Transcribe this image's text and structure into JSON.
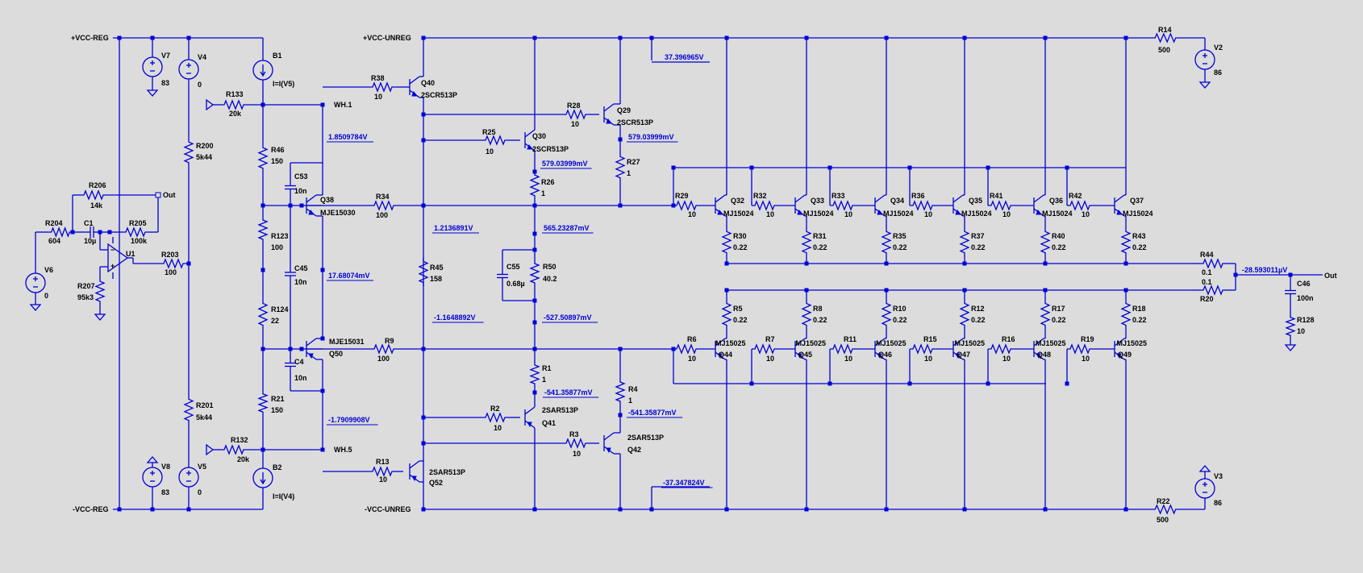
{
  "nets": {
    "vcc_reg": "+VCC-REG",
    "vee_reg": "-VCC-REG",
    "vcc_unreg": "+VCC-UNREG",
    "vee_unreg": "-VCC-UNREG",
    "out": "Out",
    "out2": "Out",
    "wh1": "WH.1",
    "wh5": "WH.5"
  },
  "voltages": {
    "v1": "37.396965V",
    "v2": "1.8509784V",
    "v3": "579.03999mV",
    "v4": "579.03999mV",
    "v5": "1.2136891V",
    "v6": "565.23287mV",
    "v7": "17.68074mV",
    "v8": "-1.1648892V",
    "v9": "-527.50897mV",
    "v10": "-541.35877mV",
    "v11": "-541.35877mV",
    "v12": "-1.7909908V",
    "v13": "-37.347824V",
    "v14": "-28.593011µV"
  },
  "labels": {
    "V7": "V7",
    "V7v": "83",
    "V4": "V4",
    "V4v": "0",
    "B1": "B1",
    "B1v": "I=I(V5)",
    "V8": "V8",
    "V8v": "83",
    "V5": "V5",
    "V5v": "0",
    "B2": "B2",
    "B2v": "I=I(V4)",
    "V6": "V6",
    "V6v": "0",
    "V2": "V2",
    "V2v": "86",
    "V3": "V3",
    "V3v": "86",
    "U1": "U1",
    "R133": "R133",
    "R133v": "20k",
    "R132": "R132",
    "R132v": "20k",
    "R200": "R200",
    "R200v": "5k44",
    "R201": "R201",
    "R201v": "5k44",
    "R206": "R206",
    "R206v": "14k",
    "R204": "R204",
    "R204v": "604",
    "C1": "C1",
    "C1v": "10µ",
    "R205": "R205",
    "R205v": "100k",
    "R203": "R203",
    "R203v": "100",
    "R207": "R207",
    "R207v": "95k3",
    "R46": "R46",
    "R46v": "150",
    "R123": "R123",
    "R123v": "100",
    "R124": "R124",
    "R124v": "22",
    "R21": "R21",
    "R21v": "150",
    "C53": "C53",
    "C53v": "10n",
    "C45": "C45",
    "C45v": "10n",
    "C4": "C4",
    "C4v": "10n",
    "Q38": "Q38",
    "Q38m": "MJE15030",
    "Q50": "Q50",
    "Q50m": "MJE15031",
    "R38": "R38",
    "R38v": "10",
    "Q40": "Q40",
    "Q40m": "2SCR513P",
    "R34": "R34",
    "R34v": "100",
    "R9": "R9",
    "R9v": "100",
    "R13": "R13",
    "R13v": "10",
    "Q52": "Q52",
    "Q52m": "2SAR513P",
    "R45": "R45",
    "R45v": "158",
    "R25": "R25",
    "R25v": "10",
    "Q30": "Q30",
    "Q30m": "2SCR513P",
    "R26": "R26",
    "R26v": "1",
    "R28": "R28",
    "R28v": "10",
    "Q29": "Q29",
    "Q29m": "2SCR513P",
    "R27": "R27",
    "R27v": "1",
    "C55": "C55",
    "C55v": "0.68µ",
    "R50": "R50",
    "R50v": "40.2",
    "R1": "R1",
    "R1v": "1",
    "R2": "R2",
    "R2v": "10",
    "Q41": "Q41",
    "Q41m": "2SAR513P",
    "R4": "R4",
    "R4v": "1",
    "R3": "R3",
    "R3v": "10",
    "Q42": "Q42",
    "Q42m": "2SAR513P",
    "R14": "R14",
    "R14v": "500",
    "R22": "R22",
    "R22v": "500",
    "R44": "R44",
    "R44v": "0.1",
    "R20": "R20",
    "R20v": "0.1",
    "C46": "C46",
    "C46v": "100n",
    "R128": "R128",
    "R128v": "10"
  },
  "npn_stage": [
    {
      "rb": "R29",
      "rbv": "10",
      "q": "Q32",
      "m": "MJ15024",
      "re": "R30",
      "rev": "0.22"
    },
    {
      "rb": "R32",
      "rbv": "10",
      "q": "Q33",
      "m": "MJ15024",
      "re": "R31",
      "rev": "0.22"
    },
    {
      "rb": "R33",
      "rbv": "10",
      "q": "Q34",
      "m": "MJ15024",
      "re": "R35",
      "rev": "0.22"
    },
    {
      "rb": "R36",
      "rbv": "10",
      "q": "Q35",
      "m": "MJ15024",
      "re": "R37",
      "rev": "0.22"
    },
    {
      "rb": "R41",
      "rbv": "10",
      "q": "Q36",
      "m": "MJ15024",
      "re": "R40",
      "rev": "0.22"
    },
    {
      "rb": "R42",
      "rbv": "10",
      "q": "Q37",
      "m": "MJ15024",
      "re": "R43",
      "rev": "0.22"
    }
  ],
  "pnp_stage": [
    {
      "rb": "R6",
      "rbv": "10",
      "q": "Q44",
      "m": "MJ15025",
      "re": "R5",
      "rev": "0.22"
    },
    {
      "rb": "R7",
      "rbv": "10",
      "q": "Q45",
      "m": "MJ15025",
      "re": "R8",
      "rev": "0.22"
    },
    {
      "rb": "R11",
      "rbv": "10",
      "q": "Q46",
      "m": "MJ15025",
      "re": "R10",
      "rev": "0.22"
    },
    {
      "rb": "R15",
      "rbv": "10",
      "q": "Q47",
      "m": "MJ15025",
      "re": "R12",
      "rev": "0.22"
    },
    {
      "rb": "R16",
      "rbv": "10",
      "q": "Q48",
      "m": "MJ15025",
      "re": "R17",
      "rev": "0.22"
    },
    {
      "rb": "R19",
      "rbv": "10",
      "q": "Q49",
      "m": "MJ15025",
      "re": "R18",
      "rev": "0.22"
    }
  ]
}
